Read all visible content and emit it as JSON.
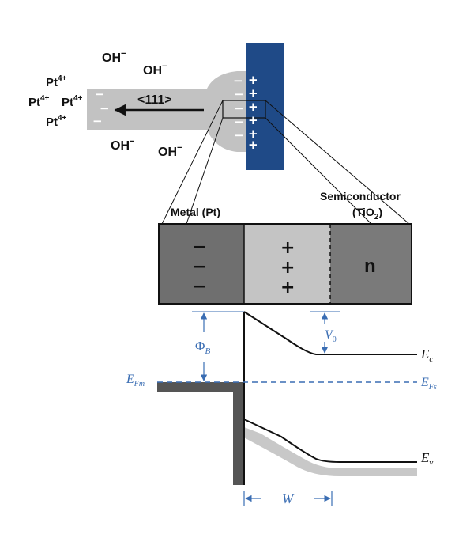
{
  "ions": {
    "oh": "OH",
    "oh_charge": "−",
    "pt": "Pt",
    "pt_charge": "4+"
  },
  "nanorod": {
    "direction_label": "<111>",
    "minus_sign": "−",
    "plus_sign": "+"
  },
  "junction": {
    "metal_label": "Metal (Pt)",
    "semiconductor_label": "Semiconductor",
    "semiconductor_formula_main": "(TiO",
    "semiconductor_formula_sub": "2",
    "semiconductor_formula_end": ")",
    "n_region_label": "n"
  },
  "band_diagram": {
    "phi_b_main": "Φ",
    "phi_b_sub": "B",
    "v0_main": "V",
    "v0_sub": "0",
    "ec_main": "E",
    "ec_sub": "c",
    "ev_main": "E",
    "ev_sub": "v",
    "efm_main": "E",
    "efm_sub": "Fm",
    "efs_main": "E",
    "efs_sub": "Fs",
    "w_label": "W"
  },
  "colors": {
    "substrate_blue": "#1f4a87",
    "rod_gray": "#c2c2c2",
    "metal_dark": "#6f6f6f",
    "depletion_light": "#c4c4c4",
    "semiconductor_dark": "#7a7a7a",
    "annotation_blue": "#3a6db3",
    "valence_shadow": "#c8c8c8"
  }
}
